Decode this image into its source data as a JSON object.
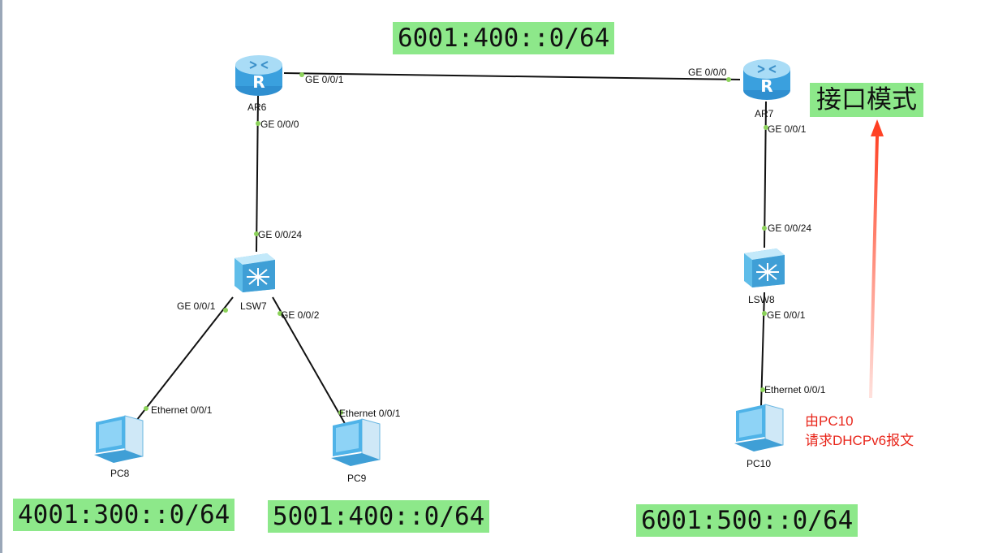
{
  "networks": {
    "ar_link": "6001:400::0/64",
    "pc8_net": "4001:300::0/64",
    "pc9_net": "5001:400::0/64",
    "pc10_net": "6001:500::0/64"
  },
  "mode_label": "接口模式",
  "note": {
    "line1": "由PC10",
    "line2": "请求DHCPv6报文"
  },
  "devices": {
    "ar6": "AR6",
    "ar7": "AR7",
    "lsw7": "LSW7",
    "lsw8": "LSW8",
    "pc8": "PC8",
    "pc9": "PC9",
    "pc10": "PC10"
  },
  "ports": {
    "ar6_g001": "GE 0/0/1",
    "ar6_g000": "GE 0/0/0",
    "ar7_g000": "GE 0/0/0",
    "ar7_g001": "GE 0/0/1",
    "lsw7_g024": "GE 0/0/24",
    "lsw7_g001": "GE 0/0/1",
    "lsw7_g002": "GE 0/0/2",
    "lsw8_g024": "GE 0/0/24",
    "lsw8_g001": "GE 0/0/1",
    "pc8_eth": "Ethernet 0/0/1",
    "pc9_eth": "Ethernet 0/0/1",
    "pc10_eth": "Ethernet 0/0/1"
  },
  "colors": {
    "highlight": "#8de88a",
    "annotation": "#e8251a",
    "device": "#4fb3e8"
  }
}
